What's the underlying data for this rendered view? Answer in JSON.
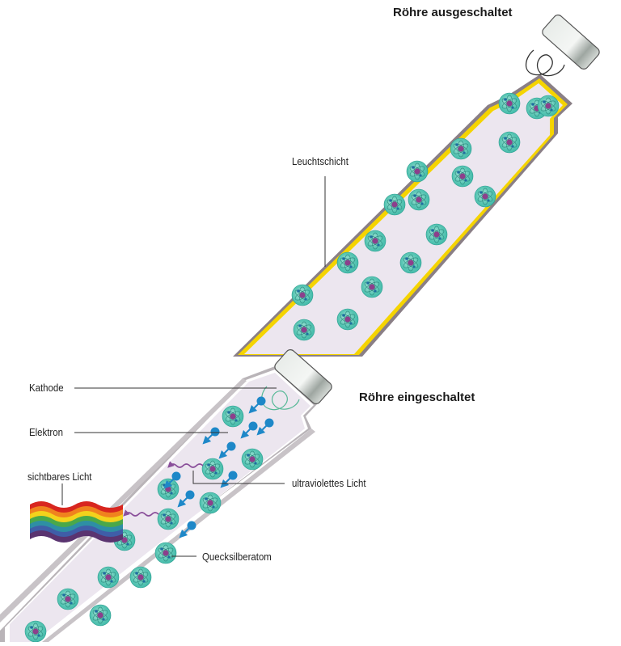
{
  "titles": {
    "off": "Röhre ausgeschaltet",
    "on": "Röhre eingeschaltet"
  },
  "labels": {
    "phosphor_layer": "Leuchtschicht",
    "cathode": "Kathode",
    "electron": "Elektron",
    "visible_light": "sichtbares Licht",
    "uv_light": "ultraviolettes Licht",
    "mercury_atom": "Quecksilberatom"
  },
  "colors": {
    "tube_fill": "#ece6ef",
    "phosphor": "#f5d400",
    "glass_edge": "#8a7f86",
    "atom": "#3fb8a8",
    "nucleus": "#8c3f8c",
    "electron": "#1e88c8",
    "uv_wave": "#8a4f9a",
    "cap": "#c9cfcb",
    "filament_off": "#333333",
    "filament_on": "#55b896"
  },
  "rainbow": [
    "#d8261f",
    "#f0821e",
    "#f4d21c",
    "#4aa84a",
    "#2e8fa4",
    "#3f5ea8",
    "#5a3470"
  ]
}
